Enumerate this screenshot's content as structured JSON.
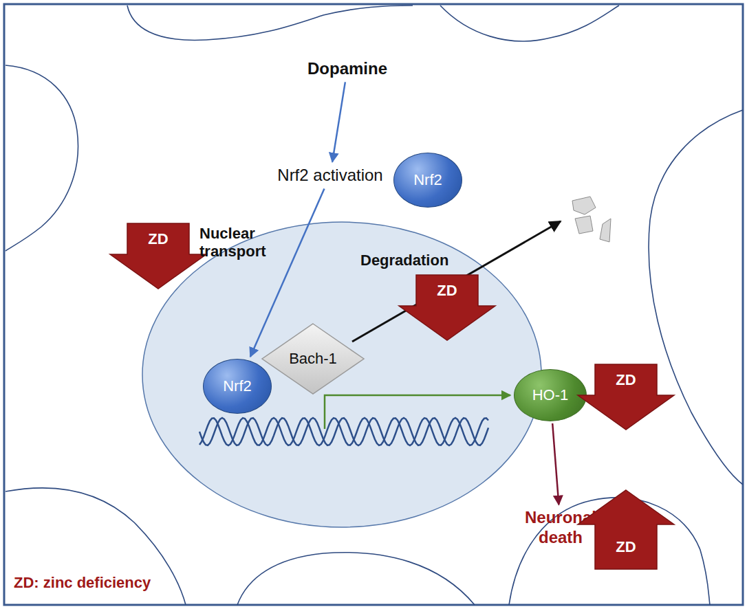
{
  "diagram": {
    "nodes": [
      {
        "text": [
          "Dopamine"
        ]
      },
      {
        "text": [
          "Nrf2 activation"
        ]
      },
      {
        "text": [
          "Nrf2"
        ]
      },
      {
        "text": [
          "ZD"
        ]
      },
      {
        "text": [
          "ZD"
        ]
      },
      {
        "text": [
          "Nrf2"
        ]
      },
      {
        "text": [
          "Bach-1"
        ]
      },
      {
        "text": [
          "HO-1"
        ]
      },
      {
        "text": [
          "ZD"
        ]
      },
      {
        "text": [
          "Neuronal death"
        ]
      },
      {
        "text": [
          "ZD"
        ]
      }
    ],
    "edges": [
      {
        "from": 0,
        "to": 1,
        "arrow": "to"
      },
      {
        "from": 1,
        "to": 5,
        "arrow": "to"
      },
      {
        "from": 7,
        "to": 9,
        "arrow": "to"
      }
    ],
    "labels": [
      "Nuclear transport",
      "Degradation",
      "ZD: zinc deficiency"
    ]
  }
}
